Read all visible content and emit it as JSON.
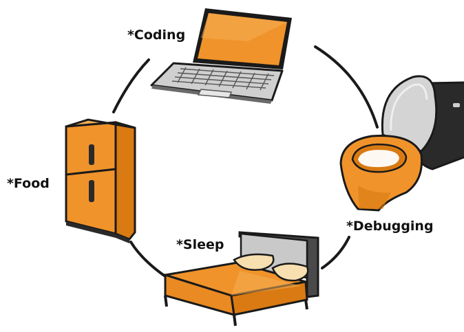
{
  "diagram": {
    "labels": {
      "coding": "*Coding",
      "debugging": "*Debugging",
      "sleep": "*Sleep",
      "food": "*Food"
    },
    "colors": {
      "orange": "#f0932b",
      "orange_dark": "#d97a12",
      "orange_light": "#f6ae55",
      "outline": "#1a1a1a",
      "grey_light": "#cfcfcf",
      "grey": "#a8a8a8",
      "grey_dark": "#4a4a4a",
      "pillow": "#f7dfb0"
    },
    "icons": [
      "laptop-icon",
      "toilet-icon",
      "bed-icon",
      "fridge-icon"
    ]
  }
}
